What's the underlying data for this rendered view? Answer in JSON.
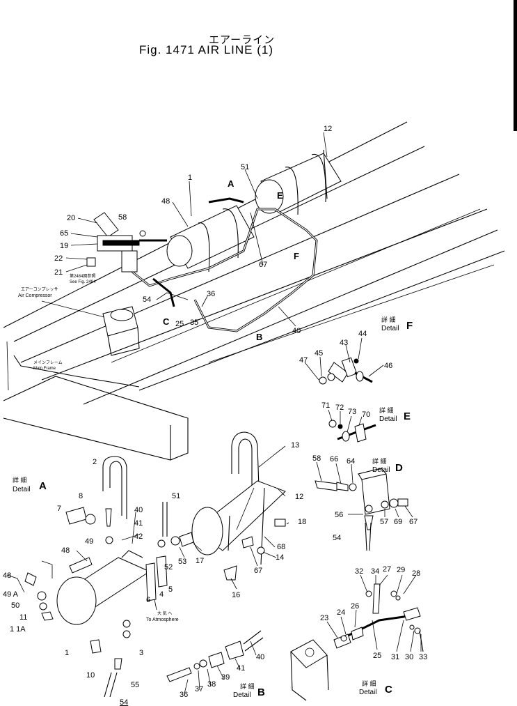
{
  "title": {
    "japanese": "エアーライン",
    "english": "Fig. 1471   AIR   LINE (1)"
  },
  "notes": {
    "compressor_jp": "エアーコンプレッサ",
    "compressor_en": "Air Compressor",
    "frame_jp": "メインフレーム",
    "frame_en": "Main Frame",
    "see_jp": "第2484図参照",
    "see_en": "See Fig. 2484",
    "atmos_jp": "大 気 へ",
    "atmos_en": "To Atmosphere"
  },
  "details": {
    "A": {
      "jp": "詳 細",
      "en": "Detail",
      "letter": "A"
    },
    "B": {
      "jp": "詳 細",
      "en": "Detail",
      "letter": "B"
    },
    "C": {
      "jp": "詳 細",
      "en": "Detail",
      "letter": "C"
    },
    "D": {
      "jp": "詳 細",
      "en": "Detail",
      "letter": "D"
    },
    "E": {
      "jp": "詳 細",
      "en": "Detail",
      "letter": "E"
    },
    "F": {
      "jp": "詳 細",
      "en": "Detail",
      "letter": "F"
    }
  },
  "main_letters": {
    "A": "A",
    "B": "B",
    "C": "C",
    "E": "E",
    "F": "F"
  },
  "callouts": {
    "main": {
      "c12": "12",
      "c51": "51",
      "c1": "1",
      "c48": "48",
      "c20": "20",
      "c58": "58",
      "c65": "65",
      "c19": "19",
      "c22": "22",
      "c21": "21",
      "c67": "67",
      "c54": "54",
      "c36": "36",
      "c25": "25",
      "c35": "35",
      "c40": "40"
    },
    "detail_f": {
      "c44": "44",
      "c43": "43",
      "c45": "45",
      "c47": "47",
      "c46": "46"
    },
    "detail_e": {
      "c71": "71",
      "c72": "72",
      "c73": "73",
      "c70": "70"
    },
    "detail_d": {
      "c58": "58",
      "c66": "66",
      "c64": "64",
      "c56": "56",
      "c54": "54",
      "c57": "57",
      "c69": "69",
      "c67": "67"
    },
    "detail_a": {
      "c2": "2",
      "c8": "8",
      "c7": "7",
      "c40": "40",
      "c41": "41",
      "c42": "42",
      "c49": "49",
      "c48a": "48",
      "c48b": "48",
      "c49A": "49 A",
      "c50": "50",
      "c11": "11",
      "c11A": "1 1A",
      "c1": "1",
      "c10": "10",
      "c55": "55",
      "c54": "54",
      "c3": "3",
      "c6": "6",
      "c4": "4",
      "c5": "5",
      "c52": "52",
      "c51": "51"
    },
    "tank": {
      "c13": "13",
      "c12": "12",
      "c18": "18",
      "c53": "53",
      "c17": "17",
      "c68": "68",
      "c14": "14",
      "c67": "67",
      "c16": "16"
    },
    "detail_b": {
      "c40": "40",
      "c41": "41",
      "c39": "39",
      "c38": "38",
      "c37": "37",
      "c36": "36"
    },
    "detail_c": {
      "c32": "32",
      "c34": "34",
      "c27": "27",
      "c29": "29",
      "c28": "28",
      "c26": "26",
      "c23": "23",
      "c24": "24",
      "c25": "25",
      "c31": "31",
      "c30": "30",
      "c33": "33"
    }
  }
}
